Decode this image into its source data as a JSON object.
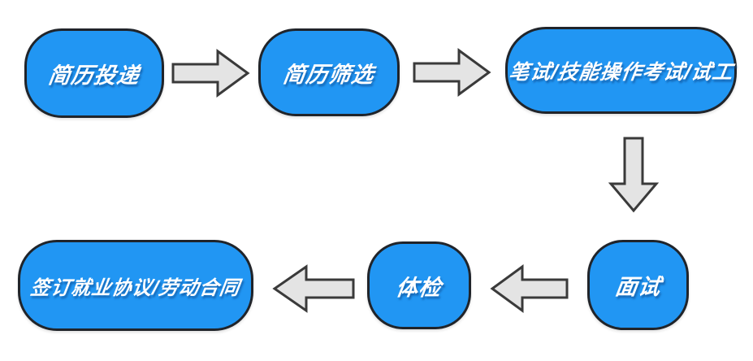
{
  "colors": {
    "background": "#ffffff",
    "node_fill": "#2196f3",
    "node_border": "#20242a",
    "node_text": "#ffffff",
    "arrow_fill": "#e4e4e4",
    "arrow_border": "#3a3a3a"
  },
  "flowchart": {
    "nodes": [
      {
        "id": "resume-submission",
        "label": "简历投递"
      },
      {
        "id": "resume-screening",
        "label": "简历筛选"
      },
      {
        "id": "written-skill-test",
        "label": "笔试/技能操作考试/试工"
      },
      {
        "id": "interview",
        "label": "面试"
      },
      {
        "id": "physical-exam",
        "label": "体检"
      },
      {
        "id": "sign-contract",
        "label": "签订就业协议/劳动合同"
      }
    ],
    "arrows": [
      {
        "from": "简历投递",
        "to": "简历筛选",
        "direction": "right"
      },
      {
        "from": "简历筛选",
        "to": "笔试/技能操作考试/试工",
        "direction": "right"
      },
      {
        "from": "笔试/技能操作考试/试工",
        "to": "面试",
        "direction": "down"
      },
      {
        "from": "面试",
        "to": "体检",
        "direction": "left"
      },
      {
        "from": "体检",
        "to": "签订就业协议/劳动合同",
        "direction": "left"
      }
    ]
  }
}
